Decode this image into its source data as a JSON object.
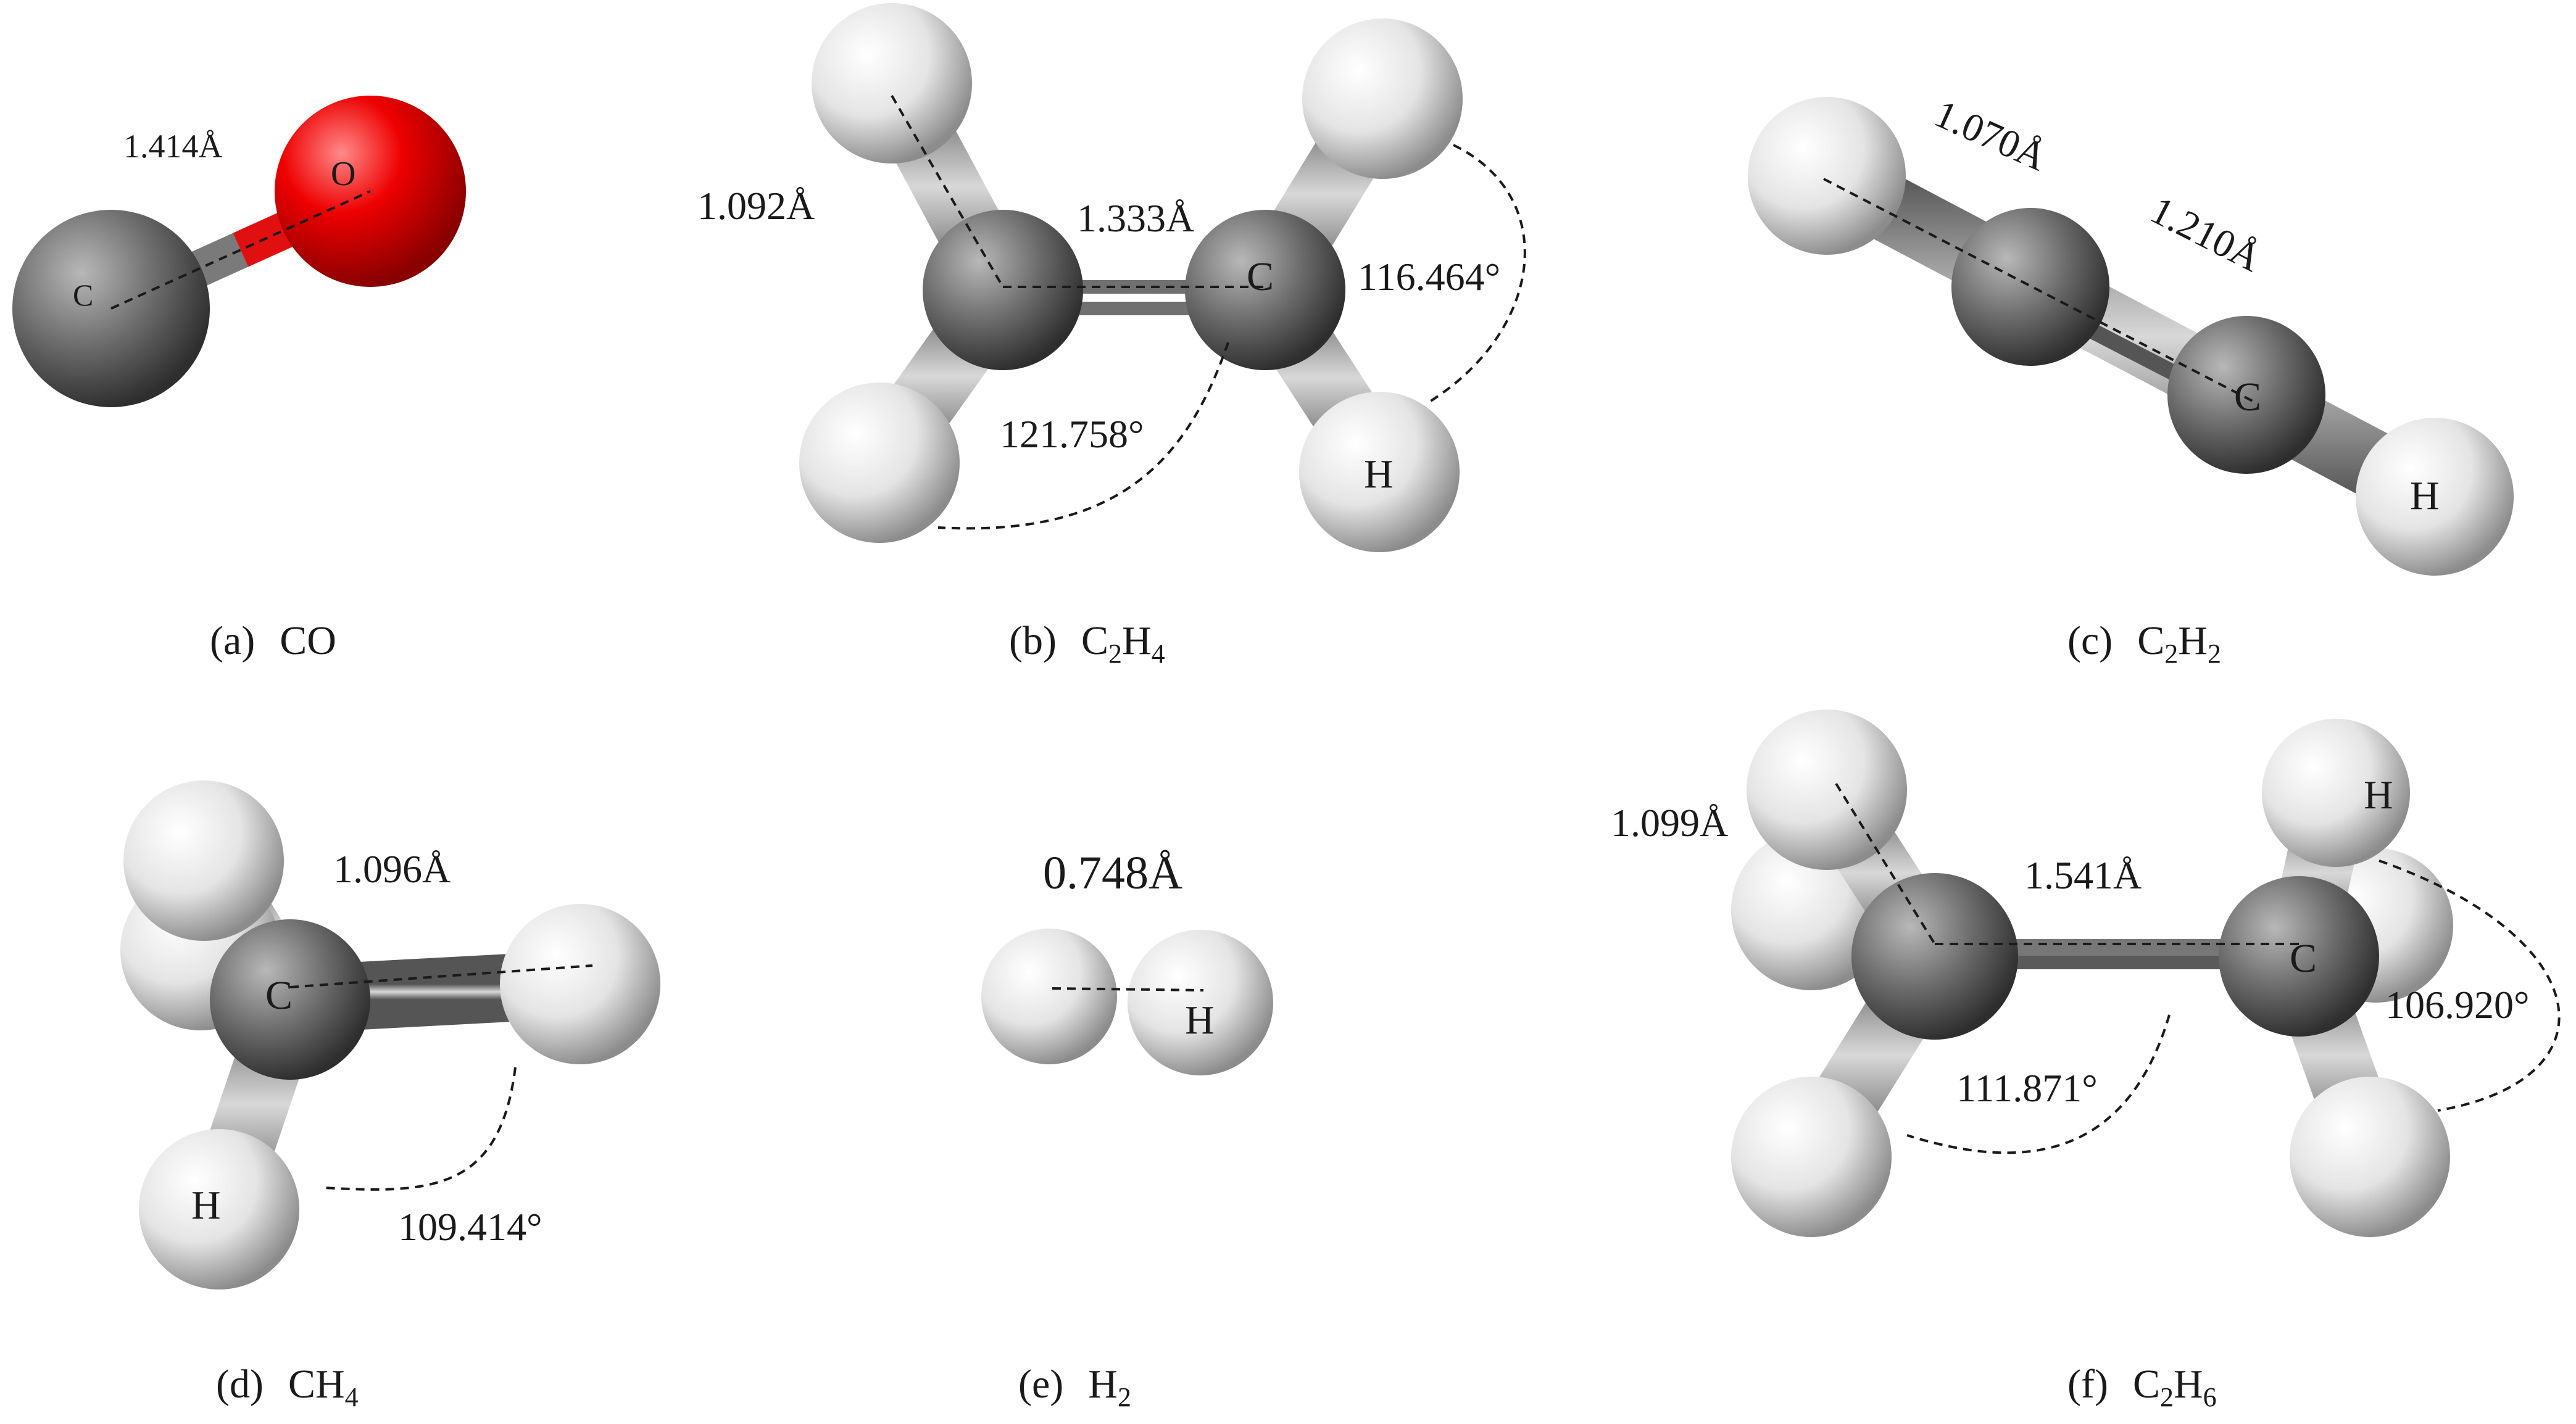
{
  "colors": {
    "hydrogen": "#e8e8e8",
    "carbon": "#6f6f6f",
    "oxygen": "#e00000",
    "background": "#ffffff"
  },
  "panels": {
    "a": {
      "caption_prefix": "(a)",
      "formula": "CO",
      "atoms": {
        "c": "C",
        "o": "O"
      },
      "bond_length": "1.414Å"
    },
    "b": {
      "caption_prefix": "(b)",
      "formula_main": "C",
      "formula_sub1": "2",
      "formula_h": "H",
      "formula_sub2": "4",
      "atoms": {
        "c": "C",
        "h": "H"
      },
      "ch_length": "1.092Å",
      "cc_length": "1.333Å",
      "hch_angle": "116.464°",
      "hcc_angle": "121.758°"
    },
    "c": {
      "caption_prefix": "(c)",
      "formula_main": "C",
      "formula_sub1": "2",
      "formula_h": "H",
      "formula_sub2": "2",
      "atoms": {
        "c": "C",
        "h": "H"
      },
      "ch_length": "1.070Å",
      "cc_length": "1.210Å"
    },
    "d": {
      "caption_prefix": "(d)",
      "formula_main": "CH",
      "formula_sub": "4",
      "atoms": {
        "c": "C",
        "h": "H"
      },
      "ch_length": "1.096Å",
      "hch_angle": "109.414°"
    },
    "e": {
      "caption_prefix": "(e)",
      "formula_main": "H",
      "formula_sub": "2",
      "atoms": {
        "h": "H"
      },
      "hh_length": "0.748Å"
    },
    "f": {
      "caption_prefix": "(f)",
      "formula_main": "C",
      "formula_sub1": "2",
      "formula_h": "H",
      "formula_sub2": "6",
      "atoms": {
        "c": "C",
        "h": "H"
      },
      "ch_length": "1.099Å",
      "cc_length": "1.541Å",
      "hch_angle": "106.920°",
      "hcc_angle": "111.871°"
    }
  }
}
